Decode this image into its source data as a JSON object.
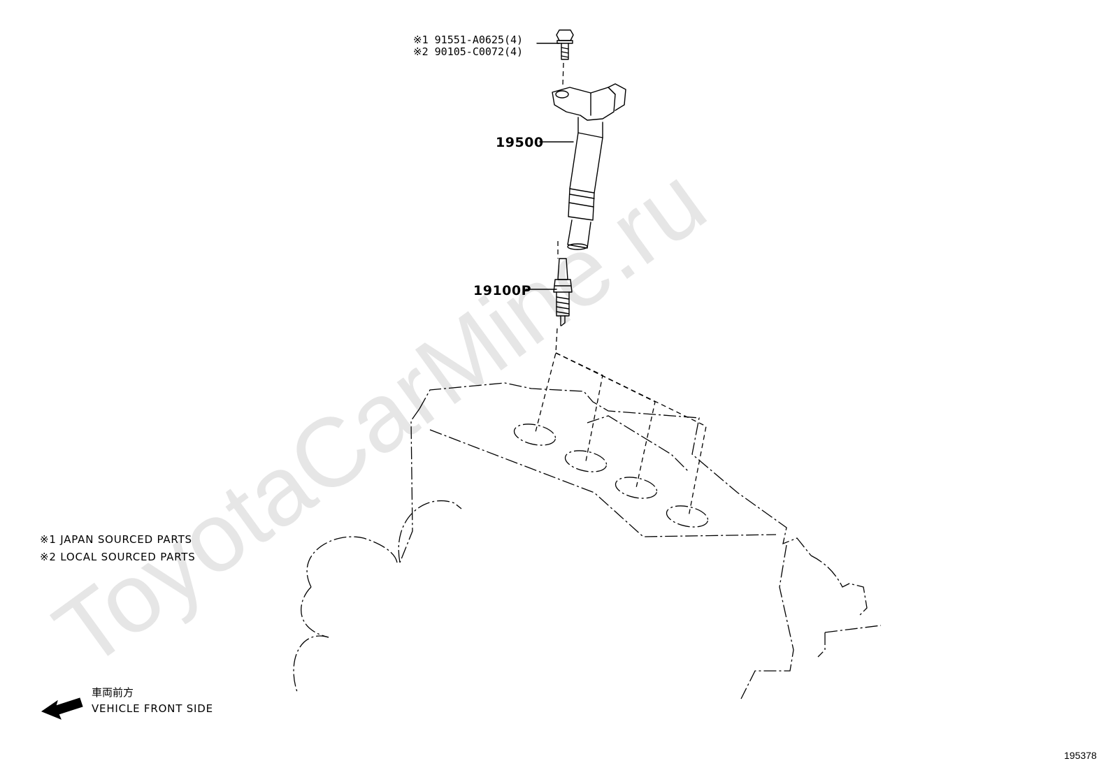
{
  "watermark": "ToyotaCarMine.ru",
  "parts": {
    "bolt_line_1": "※1 91551-A0625(4)",
    "bolt_line_2": "※2 90105-C0072(4)",
    "ignition_coil": "19500",
    "spark_plug": "19100P"
  },
  "legend": {
    "note_1": "※1 JAPAN SOURCED PARTS",
    "note_2": "※2 LOCAL SOURCED PARTS"
  },
  "direction": {
    "label_jp": "車両前方",
    "label_en": "VEHICLE FRONT SIDE"
  },
  "figure_number": "195378"
}
